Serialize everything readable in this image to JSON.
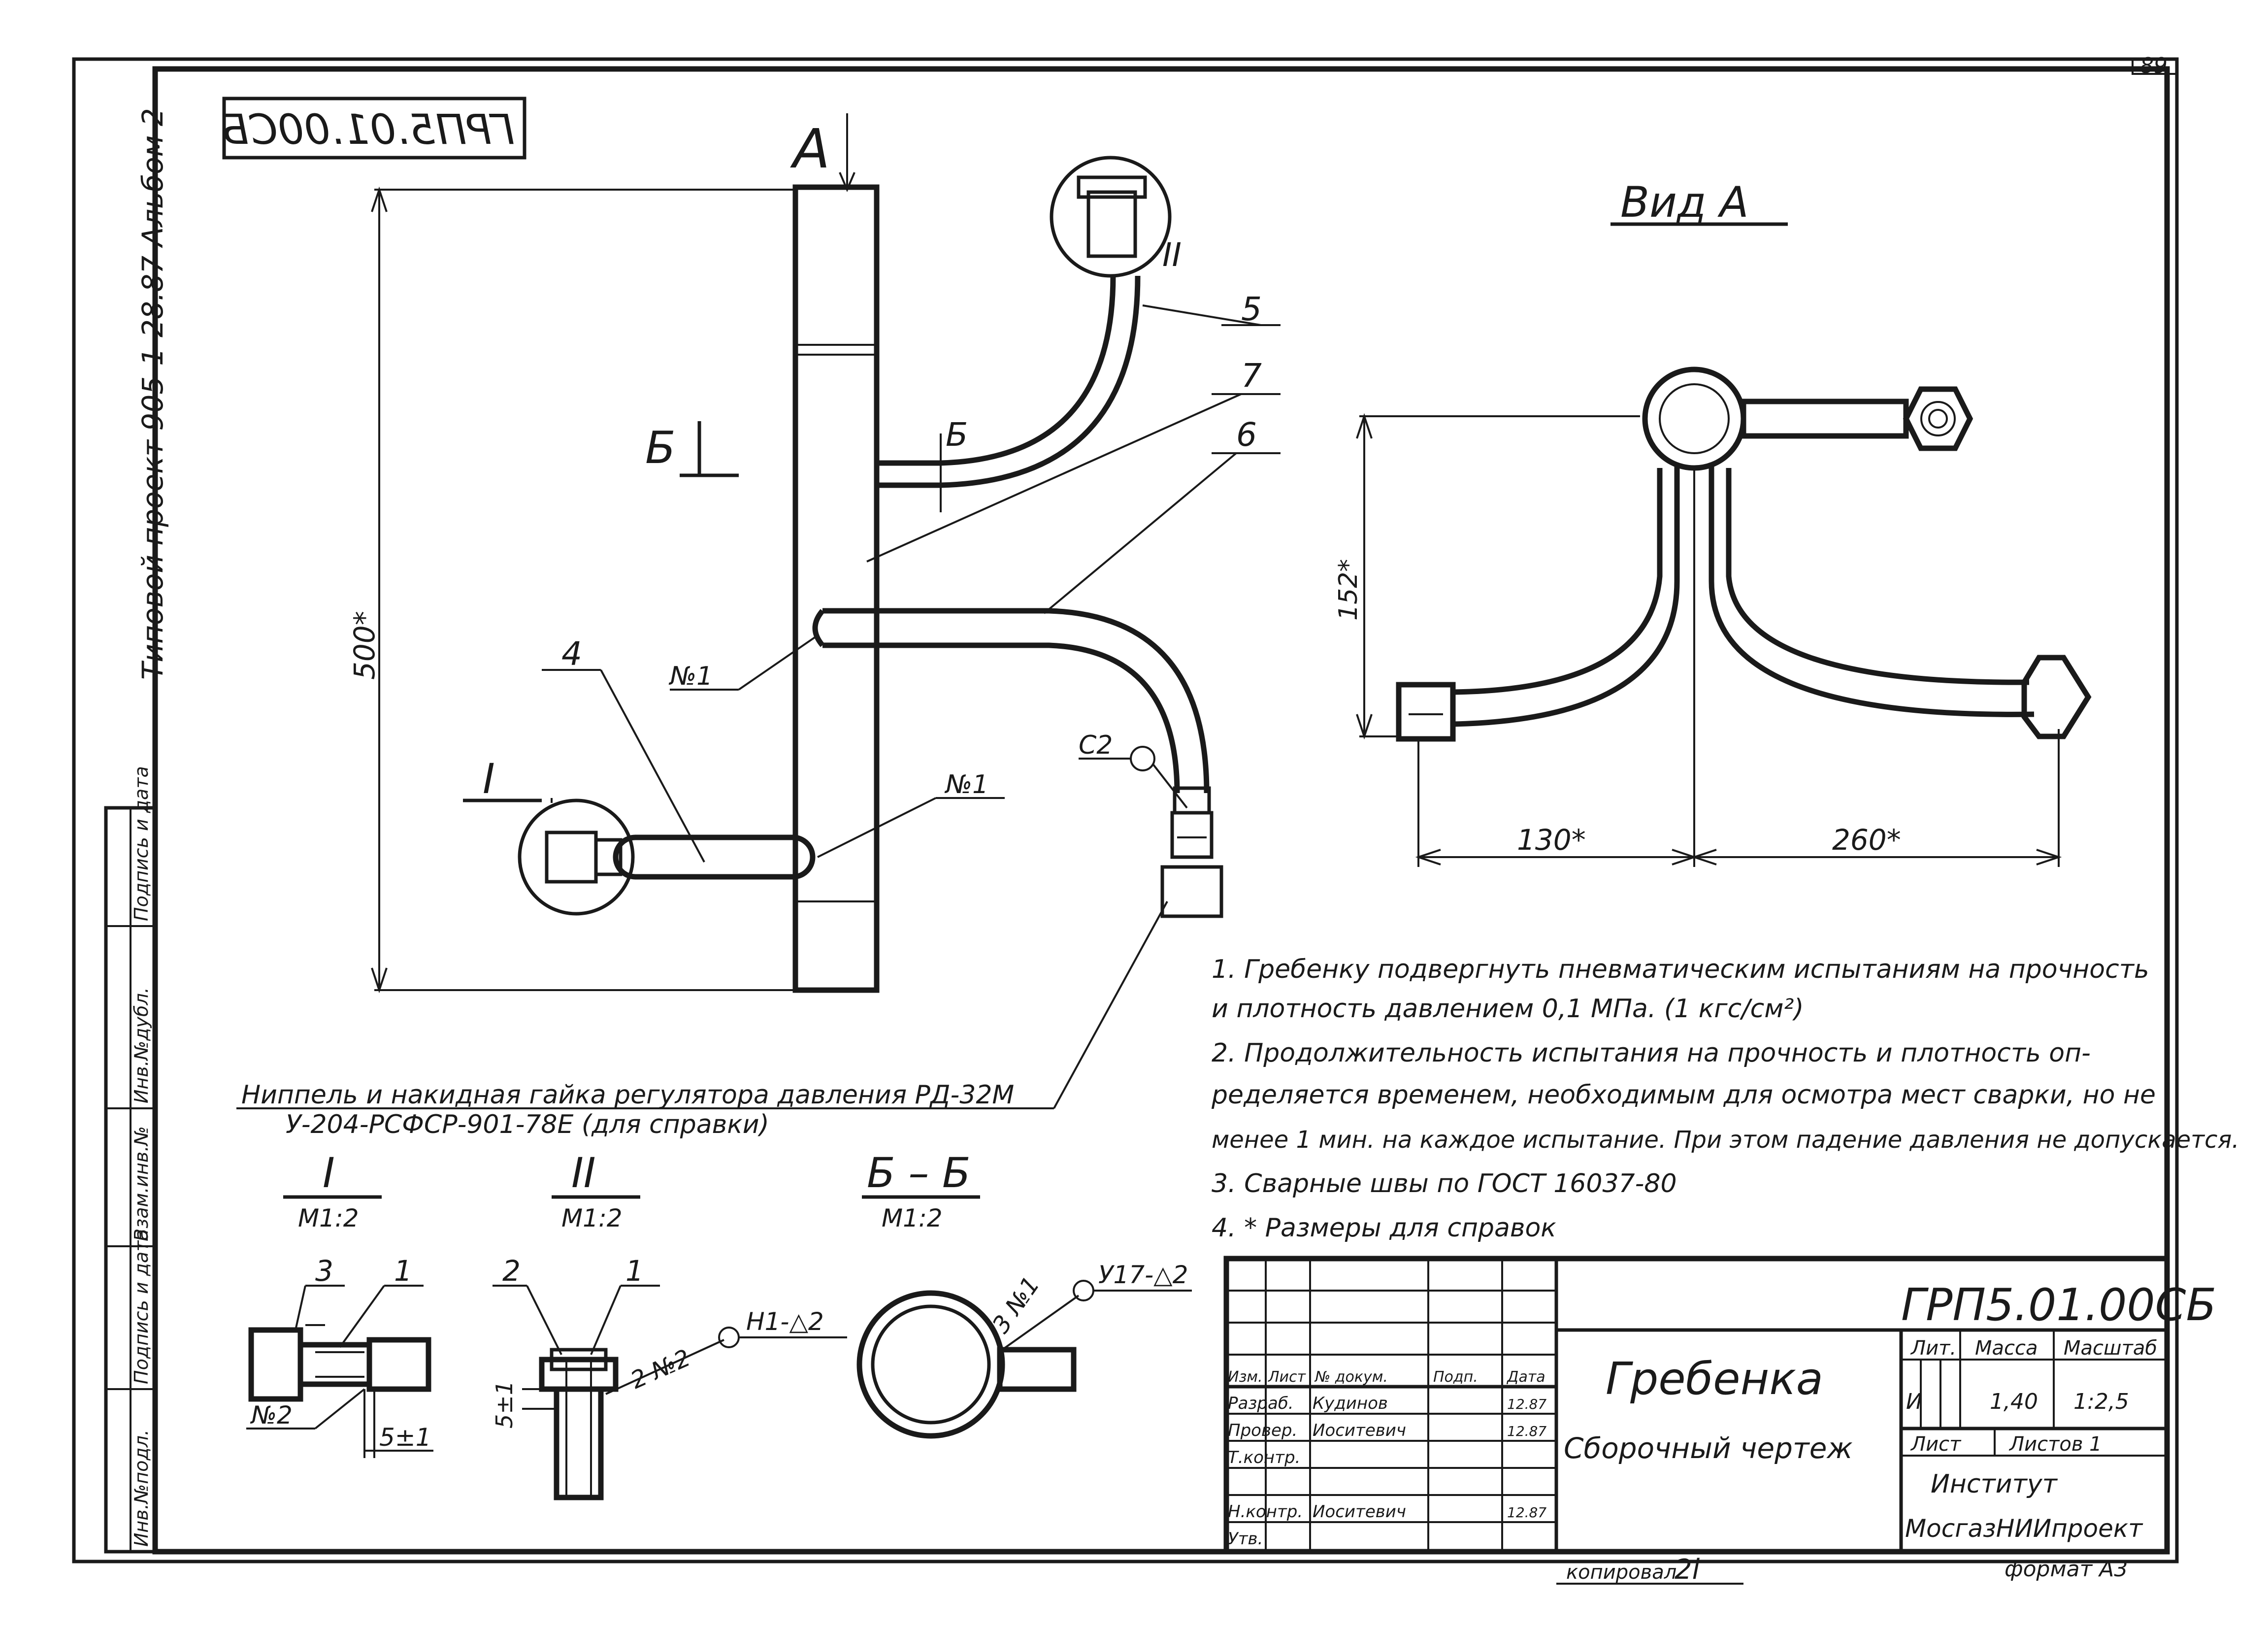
{
  "sheet": {
    "page_number": "89",
    "stamp": "ГРП5.01.00СБ",
    "album_note": "Типовой проект 905-1-28.87 Альбом 2",
    "view_title": "Вид А",
    "section_label_a": "А",
    "section_label_b": "Б",
    "copied_by": "копировал",
    "copied_sign": "2l",
    "format": "формат А3"
  },
  "dimensions": {
    "height_main": "500*",
    "view_height": "152*",
    "view_left": "130*",
    "view_right": "260*"
  },
  "callouts": {
    "pos4": "4",
    "pos5": "5",
    "pos6": "6",
    "pos7": "7",
    "weld_n1_top": "№1",
    "weld_n1_bottom": "№1",
    "weld_c2": "С2",
    "zone_I": "I",
    "zone_II": "II"
  },
  "nipple_note": {
    "line1": "Ниппель и накидная гайка регулятора давления РД-32М",
    "line2": "У-204-РСФСР-901-78Е (для справки)"
  },
  "details": {
    "d1_title": "I",
    "d1_scale": "М1:2",
    "d1_pos3": "3",
    "d1_pos1": "1",
    "d1_weld": "№2",
    "d1_dim": "5±1",
    "d2_title": "II",
    "d2_scale": "М1:2",
    "d2_pos2": "2",
    "d2_pos1": "1",
    "d2_weld": "2 №2",
    "d2_symbol": "Н1-△2",
    "d2_dim": "5±1",
    "d3_title": "Б – Б",
    "d3_scale": "М1:2",
    "d3_weld": "3 №1",
    "d3_symbol": "У17-△2"
  },
  "notes": [
    "1. Гребенку подвергнуть пневматическим испытаниям на прочность",
    "и плотность давлением 0,1 МПа. (1 кгс/см²)",
    "2. Продолжительность испытания на прочность и плотность оп-",
    "ределяется временем, необходимым для осмотра мест сварки, но не",
    "менее 1 мин. на каждое испытание. При этом падение давления не допускается.",
    "3. Сварные швы по ГОСТ 16037-80",
    "4. * Размеры для справок"
  ],
  "side_stamp": [
    "Инв.№подл.",
    "Подпись и дата",
    "Взам.инв.№",
    "Инв.№дубл.",
    "Подпись и дата"
  ],
  "title_block": {
    "designation": "ГРП5.01.00СБ",
    "name": "Гребенка",
    "doc_type": "Сборочный чертеж",
    "col_headers": [
      "Изм.",
      "Лист",
      "№ докум.",
      "Подп.",
      "Дата"
    ],
    "rows": [
      {
        "role": "Разраб.",
        "name": "Кудинов",
        "date": "12.87"
      },
      {
        "role": "Провер.",
        "name": "Иоситевич",
        "date": "12.87"
      },
      {
        "role": "Т.контр.",
        "name": "",
        "date": ""
      },
      {
        "role": "Н.контр.",
        "name": "Иоситевич",
        "date": "12.87"
      },
      {
        "role": "Утв.",
        "name": "",
        "date": ""
      }
    ],
    "lit_label": "Лит.",
    "mass_label": "Масса",
    "scale_label": "Масштаб",
    "lit_value": "И",
    "mass_value": "1,40",
    "scale_value": "1:2,5",
    "sheet_label": "Лист",
    "sheets_label": "Листов 1",
    "org_line1": "Институт",
    "org_line2": "МосгазНИИпроект"
  }
}
